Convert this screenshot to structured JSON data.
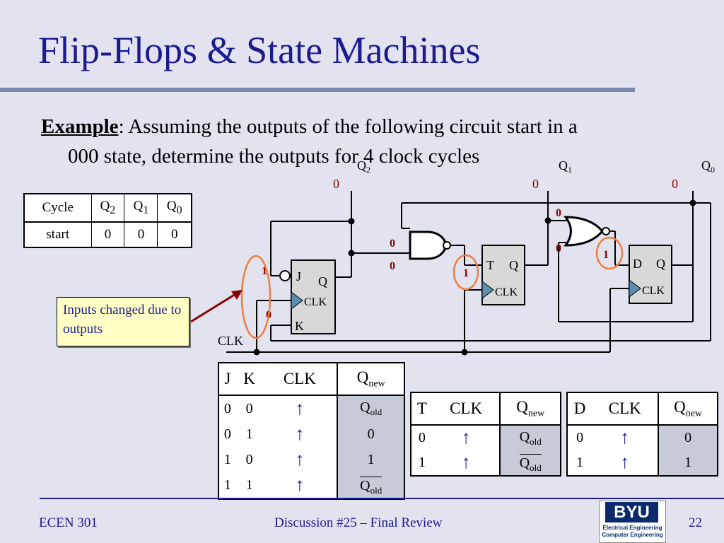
{
  "title": "Flip-Flops & State Machines",
  "example": {
    "label": "Example",
    "line1": ": Assuming the outputs of the following circuit start in a",
    "line2": "000 state, determine the outputs for 4 clock cycles"
  },
  "cycle_table": {
    "headers": [
      "Cycle",
      "Q",
      "Q",
      "Q"
    ],
    "header_subscripts": [
      "",
      "2",
      "1",
      "0"
    ],
    "rows": [
      [
        "start",
        "0",
        "0",
        "0"
      ]
    ]
  },
  "callout": "Inputs changed due to outputs",
  "circuit": {
    "outputs": [
      {
        "name": "Q",
        "sub": "2",
        "value": "0"
      },
      {
        "name": "Q",
        "sub": "1",
        "value": "0"
      },
      {
        "name": "Q",
        "sub": "0",
        "value": "0"
      }
    ],
    "clk_label": "CLK",
    "jk_ff": {
      "j": "J",
      "k": "K",
      "q": "Q",
      "clk": "CLK",
      "j_value": "1",
      "k_value": "0"
    },
    "t_ff": {
      "t": "T",
      "q": "Q",
      "clk": "CLK",
      "t_value": "1"
    },
    "d_ff": {
      "d": "D",
      "q": "Q",
      "clk": "CLK",
      "d_value": "1"
    },
    "nand_inputs": [
      "0",
      "0"
    ],
    "nor_inputs": [
      "0",
      "0"
    ]
  },
  "jk_table": {
    "headers": [
      "J",
      "K",
      "CLK",
      "Q"
    ],
    "last_sub": "new",
    "rows": [
      [
        "0",
        "0"
      ],
      [
        "0",
        "1"
      ],
      [
        "1",
        "0"
      ],
      [
        "1",
        "1"
      ]
    ],
    "outputs": [
      "Q",
      "0",
      "1",
      "Q"
    ],
    "output_subs": [
      "old",
      "",
      "",
      "old"
    ],
    "clk_symbol": "↑"
  },
  "t_table": {
    "headers": [
      "T",
      "CLK",
      "Q"
    ],
    "last_sub": "new",
    "rows": [
      "0",
      "1"
    ],
    "outputs": [
      "Q",
      "Q"
    ],
    "output_subs": [
      "old",
      "old"
    ]
  },
  "d_table": {
    "headers": [
      "D",
      "CLK",
      "Q"
    ],
    "last_sub": "new",
    "rows": [
      "0",
      "1"
    ],
    "outputs": [
      "0",
      "1"
    ]
  },
  "footer": {
    "left": "ECEN 301",
    "center": "Discussion #25 – Final Review",
    "right": "22"
  },
  "logo": {
    "word": "BYU",
    "line1": "Electrical Engineering",
    "line2": "Computer Engineering"
  },
  "colors": {
    "title": "#1b1b8f",
    "highlight": "#f07e3c",
    "value_red": "#8b0000",
    "arrow": "#8b0000"
  }
}
